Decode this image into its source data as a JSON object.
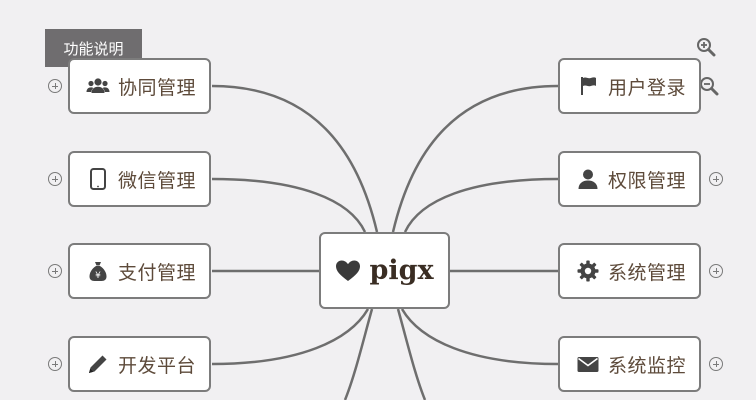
{
  "header": {
    "tag_label": "功能说明"
  },
  "center": {
    "label": "pigx",
    "icon": "heart-icon"
  },
  "left_nodes": [
    {
      "label": "协同管理",
      "icon": "users-icon"
    },
    {
      "label": "微信管理",
      "icon": "tablet-icon"
    },
    {
      "label": "支付管理",
      "icon": "money-bag-icon"
    },
    {
      "label": "开发平台",
      "icon": "pencil-icon"
    }
  ],
  "right_nodes": [
    {
      "label": "用户登录",
      "icon": "flag-icon"
    },
    {
      "label": "权限管理",
      "icon": "user-icon"
    },
    {
      "label": "系统管理",
      "icon": "gear-icon"
    },
    {
      "label": "系统监控",
      "icon": "envelope-icon"
    }
  ],
  "toolbar": {
    "zoom_in_icon": "zoom-in-icon",
    "zoom_out_icon": "zoom-out-icon"
  },
  "colors": {
    "background": "#f1f0f2",
    "line": "#6e6e6e",
    "tag_bg": "#6f6d6f",
    "label_text": "#5d4a3a",
    "icon": "#444444"
  }
}
